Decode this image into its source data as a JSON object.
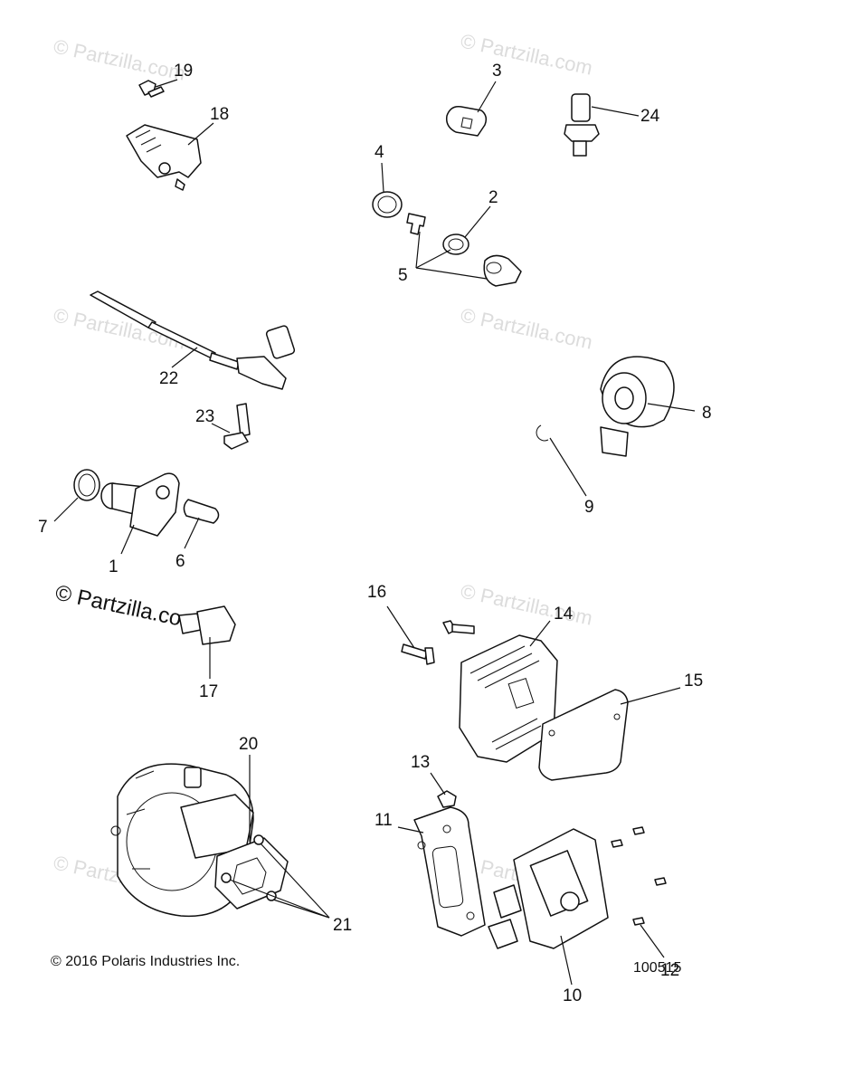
{
  "watermark": {
    "text": "© Partzilla.com"
  },
  "callouts": {
    "c1": "1",
    "c2": "2",
    "c3": "3",
    "c4": "4",
    "c5": "5",
    "c6": "6",
    "c7": "7",
    "c8": "8",
    "c9": "9",
    "c10": "10",
    "c11": "11",
    "c12": "12",
    "c13": "13",
    "c14": "14",
    "c15": "15",
    "c16": "16",
    "c17": "17",
    "c18": "18",
    "c19": "19",
    "c20": "20",
    "c21": "21",
    "c22": "22",
    "c23": "23",
    "c24": "24"
  },
  "footer": {
    "copyright": "© 2016 Polaris Industries Inc.",
    "document_number": "100515"
  }
}
